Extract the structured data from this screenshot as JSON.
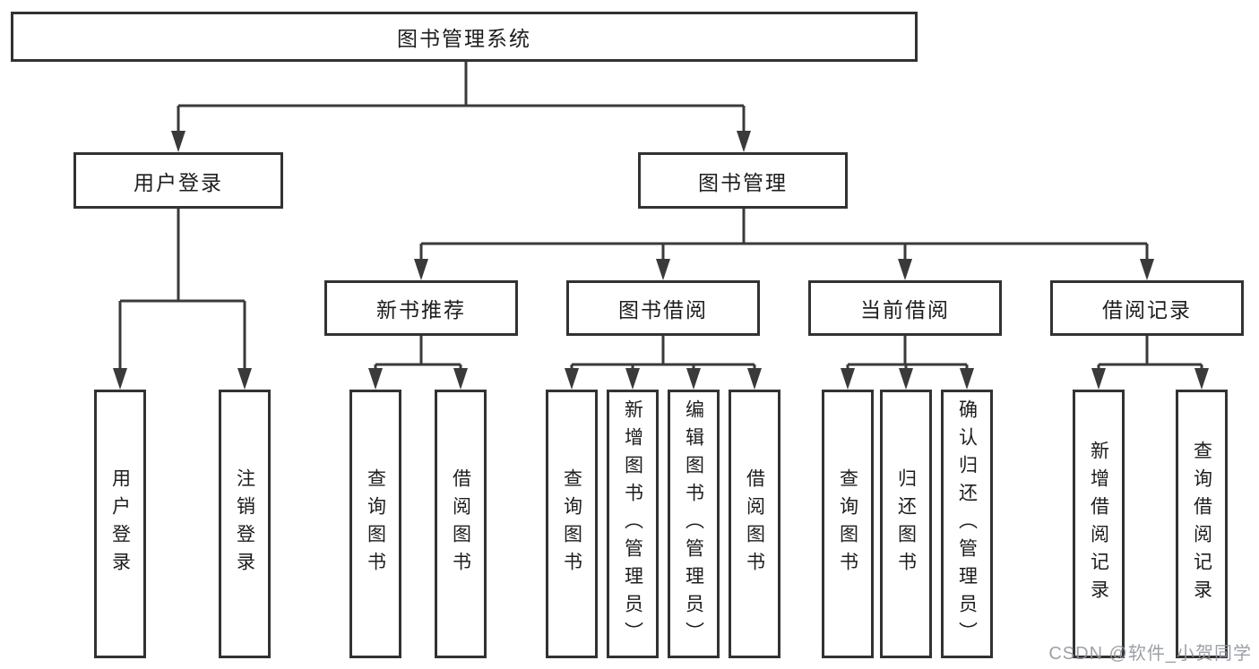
{
  "diagram": {
    "root": {
      "label": "图书管理系统"
    },
    "level2": [
      {
        "label": "用户登录"
      },
      {
        "label": "图书管理"
      }
    ],
    "level3": [
      {
        "label": "新书推荐"
      },
      {
        "label": "图书借阅"
      },
      {
        "label": "当前借阅"
      },
      {
        "label": "借阅记录"
      }
    ],
    "leaves": {
      "user_login": [
        "用户登录",
        "注销登录"
      ],
      "new_books": [
        "查询图书",
        "借阅图书"
      ],
      "book_borrow": [
        "查询图书",
        "新增图书（管理员）",
        "编辑图书（管理员）",
        "借阅图书"
      ],
      "current_borrow": [
        "查询图书",
        "归还图书",
        "确认归还（管理员）"
      ],
      "borrow_records": [
        "新增借阅记录",
        "查询借阅记录"
      ]
    }
  },
  "watermark": {
    "text": "CSDN @软件_小贺同学"
  },
  "colors": {
    "background": "#ffffff",
    "box_border": "#323232",
    "connector_line": "#3a3a3a",
    "text": "#1d1d1d",
    "watermark_text": "#91969d"
  }
}
